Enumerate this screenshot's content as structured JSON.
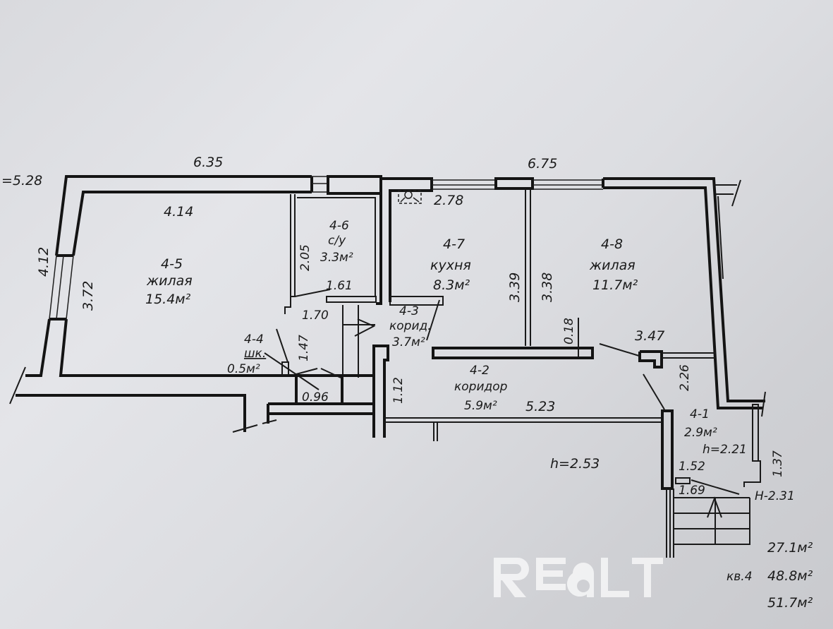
{
  "plan": {
    "overall_dims": {
      "top_left": "6.35",
      "top_right": "6.75",
      "left_side": "4.12",
      "cropped_left": "=5.28"
    },
    "rooms": [
      {
        "id": "4-5",
        "type": "жилая",
        "area": "15.4м²",
        "width": "4.14",
        "depth": "3.72"
      },
      {
        "id": "4-6",
        "type": "с/у",
        "area": "3.3м²",
        "width": "1.61",
        "depth": "2.05"
      },
      {
        "id": "4-7",
        "type": "кухня",
        "area": "8.3м²",
        "width": "2.78",
        "depth": "3.39"
      },
      {
        "id": "4-8",
        "type": "жилая",
        "area": "11.7м²",
        "width": "3.47",
        "depth": "3.38"
      },
      {
        "id": "4-4",
        "type": "шк.",
        "area": "0.5м²",
        "width": "0.96",
        "depth": "1.47"
      },
      {
        "id": "4-3",
        "type": "корид.",
        "area": "3.7м²",
        "width": "1.70",
        "depth": "1.12"
      },
      {
        "id": "4-2",
        "type": "коридор",
        "area": "5.9м²",
        "width": "5.23",
        "depth": "0.18"
      },
      {
        "id": "4-1",
        "type": "",
        "area": "2.9м²",
        "width": "1.52",
        "depth": "2.26"
      }
    ],
    "extra_dims": {
      "d_137": "1.37",
      "d_169": "1.69",
      "h_entry": "h=2.21",
      "H_entry": "H-2.31",
      "ceiling": "h=2.53"
    },
    "totals": {
      "living": "27.1м²",
      "apartment_label": "кв.4",
      "total_label": "48.8м²",
      "gross": "51.7м²"
    },
    "watermark": "REALT"
  },
  "colors": {
    "ink": "#141414",
    "paper": "#dcdde1"
  }
}
